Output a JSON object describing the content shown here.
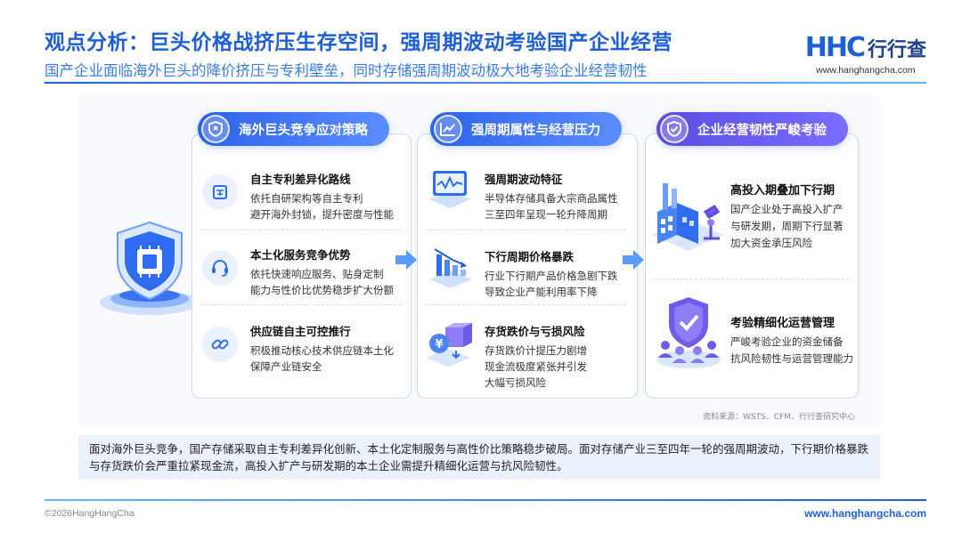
{
  "header": {
    "title": "观点分析：巨头价格战挤压生存空间，强周期波动考验国产企业经营",
    "subtitle": "国产企业面临海外巨头的降价挤压与专利壁垒，同时存储强周期波动极大地考验企业经营韧性"
  },
  "logo": {
    "letters": "HHC",
    "name": "行行查",
    "url": "www.hanghangcha.com"
  },
  "columns": [
    {
      "heading": "海外巨头竞争应对策略",
      "icon": "shield-icon",
      "items": [
        {
          "title": "自主专利差异化路线",
          "lines": [
            "依托自研架构等自主专利",
            "避开海外封锁，提升密度与性能"
          ],
          "icon": "patent-document-icon"
        },
        {
          "title": "本土化服务竞争优势",
          "lines": [
            "依托快速响应服务、贴身定制",
            "能力与性价比优势稳步扩大份额"
          ],
          "icon": "headset-icon"
        },
        {
          "title": "供应链自主可控推行",
          "lines": [
            "积极推动核心技术供应链本土化",
            "保障产业链安全"
          ],
          "icon": "chain-link-icon"
        }
      ]
    },
    {
      "heading": "强周期属性与经营压力",
      "icon": "trend-chart-icon",
      "items": [
        {
          "title": "强周期波动特征",
          "lines": [
            "半导体存储具备大宗商品属性",
            "三至四年呈现一轮升降周期"
          ],
          "icon": "monitor-wave-icon"
        },
        {
          "title": "下行周期价格暴跌",
          "lines": [
            "行业下行期产品价格急剧下跌",
            "导致企业产能利用率下降"
          ],
          "icon": "declining-bars-icon"
        },
        {
          "title": "存货跌价与亏损风险",
          "lines": [
            "存货跌价计提压力剧增",
            "现金流极度紧张并引发",
            "大幅亏损风险"
          ],
          "icon": "inventory-yen-icon"
        }
      ]
    },
    {
      "heading": "企业经营韧性严峻考验",
      "icon": "check-shield-icon",
      "items": [
        {
          "title": "高投入期叠加下行期",
          "lines": [
            "国产企业处于高投入扩产",
            "与研发期，周期下行显著",
            "加大资金承压风险"
          ],
          "icon": "factory-microscope-icon"
        },
        {
          "title": "考验精细化运营管理",
          "lines": [
            "严峻考验企业的资金储备",
            "抗风险韧性与运营管理能力"
          ],
          "icon": "team-shield-icon"
        }
      ]
    }
  ],
  "source": "资料来源：WSTS、CFM、行行查研究中心",
  "summary": "面对海外巨头竞争，国产存储采取自主专利差异化创新、本土化定制服务与高性价比策略稳步破局。面对存储产业三至四年一轮的强周期波动，下行期价格暴跌与存货跌价会严重拉紧现金流，高投入扩产与研发期的本土企业需提升精细化运营与抗风险韧性。",
  "footer": {
    "copyright": "©2026HangHangCha",
    "url": "www.hanghangcha.com"
  },
  "colors": {
    "primary": "#1f5fd6",
    "accent_light": "#5b8cff",
    "purple": "#6a5cf0"
  }
}
